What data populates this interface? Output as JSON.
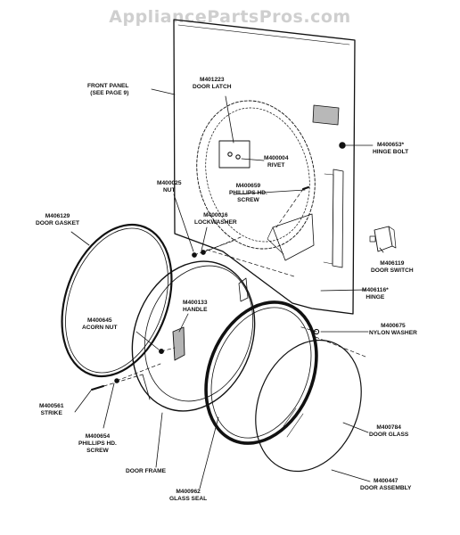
{
  "watermark": "AppliancePartsPros.com",
  "parts": {
    "front_panel": {
      "line1": "FRONT PANEL",
      "line2": "(See Page 9)"
    },
    "door_latch": {
      "num": "M401223",
      "name": "DOOR LATCH"
    },
    "rivet": {
      "num": "M400004",
      "name": "RIVET"
    },
    "hinge_bolt": {
      "num": "M400653*",
      "name": "HINGE BOLT"
    },
    "nut": {
      "num": "M400025",
      "name": "NUT"
    },
    "phillips_screw_top": {
      "num": "M400659",
      "name1": "PHILLIPS HD.",
      "name2": "SCREW"
    },
    "door_gasket": {
      "num": "M406129",
      "name": "DOOR GASKET"
    },
    "lockwasher": {
      "num": "M400016",
      "name": "LOCKWASHER"
    },
    "door_switch": {
      "num": "M406119",
      "name": "DOOR SWITCH"
    },
    "hinge": {
      "num": "M406116*",
      "name": "HINGE"
    },
    "handle": {
      "num": "M400133",
      "name": "HANDLE"
    },
    "acorn_nut": {
      "num": "M400645",
      "name": "ACORN NUT"
    },
    "nylon_washer": {
      "num": "M400675",
      "name": "NYLON WASHER"
    },
    "strike": {
      "num": "M400561",
      "name": "STRIKE"
    },
    "phillips_screw_bottom": {
      "num": "M400654",
      "name1": "PHILLIPS HD.",
      "name2": "SCREW"
    },
    "door_glass": {
      "num": "M400784",
      "name": "DOOR GLASS"
    },
    "door_frame": {
      "name": "DOOR FRAME"
    },
    "glass_seal": {
      "num": "M400962",
      "name": "GLASS SEAL"
    },
    "door_assembly": {
      "num": "M400447",
      "name": "DOOR ASSEMBLY"
    }
  }
}
